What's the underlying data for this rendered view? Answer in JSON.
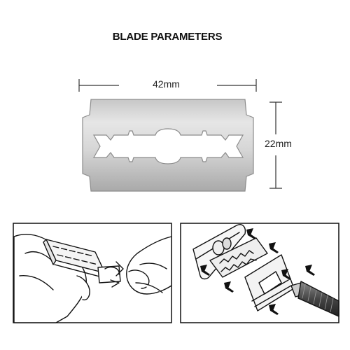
{
  "title": "BLADE PARAMETERS",
  "dimensions": {
    "width": "42mm",
    "height": "22mm"
  },
  "colors": {
    "blade_light": "#e2e2e2",
    "blade_dark": "#9a9a9a",
    "line": "#333333"
  },
  "panels": {
    "left": "blade-insertion-illustration",
    "right": "razor-assembly-illustration"
  }
}
